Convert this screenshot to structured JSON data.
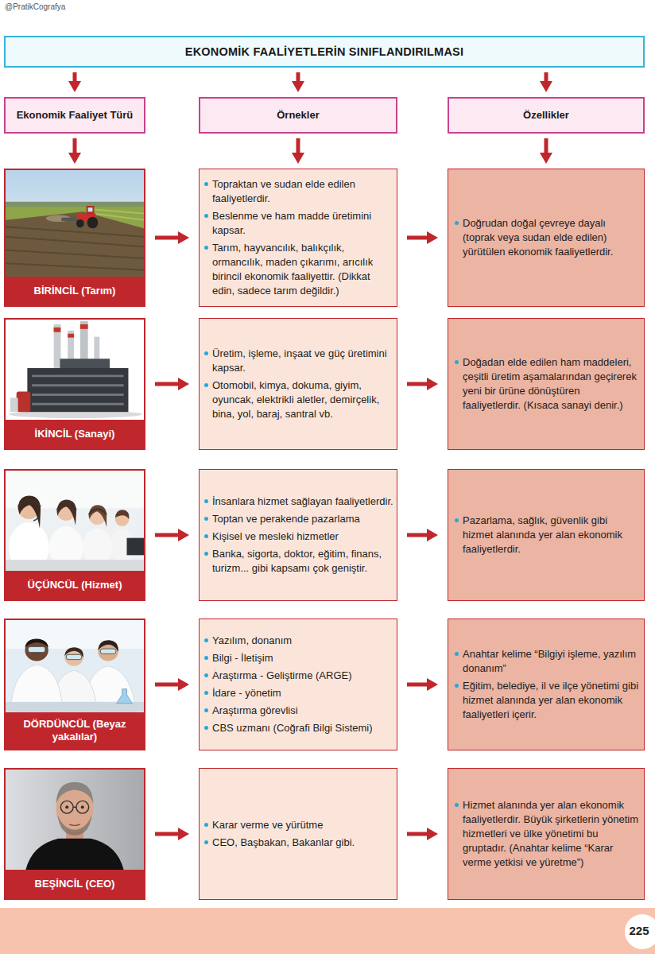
{
  "diagram": {
    "nodes": [
      {
        "text": [
          "EKONOMİK FAALİYETLERİN SINIFLANDIRILMASI"
        ]
      },
      {
        "text": [
          "Ekonomik Faaliyet Türü"
        ]
      },
      {
        "text": [
          "Örnekler"
        ]
      },
      {
        "text": [
          "Özellikler"
        ]
      },
      {
        "text": [
          "BİRİNCİL (Tarım)"
        ]
      },
      {
        "text": [
          "Topraktan ve sudan elde edilen faaliyetlerdir.",
          "Beslenme ve ham madde üretimini kapsar.",
          "Tarım, hayvancılık, balıkçılık, ormancılık, maden çıkarımı, arıcılık birincil ekonomik faaliyettir. (Dikkat edin, sadece tarım değildir.)"
        ]
      },
      {
        "text": [
          "Doğrudan doğal çevreye dayalı (toprak veya sudan elde edilen) yürütülen ekonomik faaliyetlerdir."
        ]
      },
      {
        "text": [
          "İKİNCİL (Sanayi)"
        ]
      },
      {
        "text": [
          "Üretim, işleme, inşaat ve güç üretimini kapsar.",
          "Otomobil, kimya, dokuma, giyim, oyuncak, elektrikli aletler, demirçelik, bina, yol, baraj, santral vb."
        ]
      },
      {
        "text": [
          "Doğadan elde edilen ham maddeleri, çeşitli üretim aşamalarından geçirerek yeni bir ürüne dönüştüren faaliyetlerdir. (Kısaca sanayi denir.)"
        ]
      },
      {
        "text": [
          "ÜÇÜNCÜL (Hizmet)"
        ]
      },
      {
        "text": [
          "İnsanlara hizmet sağlayan faaliyetlerdir.",
          "Toptan ve perakende pazarlama",
          "Kişisel ve mesleki hizmetler",
          "Banka, sigorta, doktor, eğitim, finans, turizm... gibi kapsamı çok geniştir."
        ]
      },
      {
        "text": [
          "Pazarlama, sağlık, güvenlik gibi hizmet alanında yer alan ekonomik faaliyetlerdir."
        ]
      },
      {
        "text": [
          "DÖRDÜNCÜL (Beyaz yakalılar)"
        ]
      },
      {
        "text": [
          "Yazılım, donanım",
          "Bilgi - İletişim",
          "Araştırma - Geliştirme (ARGE)",
          "İdare - yönetim",
          "Araştırma görevlisi",
          "CBS uzmanı (Coğrafi Bilgi Sistemi)"
        ]
      },
      {
        "text": [
          "Anahtar kelime “Bilgiyi işleme, yazılım donanım”",
          "Eğitim, belediye, il ve ilçe yönetimi gibi hizmet alanında yer alan ekonomik faaliyetleri içerir."
        ]
      },
      {
        "text": [
          "BEŞİNCİL (CEO)"
        ]
      },
      {
        "text": [
          "Karar verme ve yürütme",
          "CEO, Başbakan, Bakanlar gibi."
        ]
      },
      {
        "text": [
          "Hizmet alanında yer alan ekonomik faaliyetlerdir. Büyük şirketlerin yönetim hizmetleri ve ülke yönetimi bu gruptadır. (Anahtar kelime “Karar verme yetkisi ve yüretme”)"
        ]
      }
    ],
    "edges": [
      {
        "from": 0,
        "to": 1,
        "arrow": "to"
      },
      {
        "from": 0,
        "to": 2,
        "arrow": "to"
      },
      {
        "from": 0,
        "to": 3,
        "arrow": "to"
      },
      {
        "from": 1,
        "to": 4,
        "arrow": "to"
      },
      {
        "from": 2,
        "to": 5,
        "arrow": "to"
      },
      {
        "from": 3,
        "to": 6,
        "arrow": "to"
      },
      {
        "from": 4,
        "to": 5,
        "arrow": "to"
      },
      {
        "from": 5,
        "to": 6,
        "arrow": "to"
      },
      {
        "from": 7,
        "to": 8,
        "arrow": "to"
      },
      {
        "from": 8,
        "to": 9,
        "arrow": "to"
      },
      {
        "from": 10,
        "to": 11,
        "arrow": "to"
      },
      {
        "from": 11,
        "to": 12,
        "arrow": "to"
      },
      {
        "from": 13,
        "to": 14,
        "arrow": "to"
      },
      {
        "from": 14,
        "to": 15,
        "arrow": "to"
      },
      {
        "from": 16,
        "to": 17,
        "arrow": "to"
      },
      {
        "from": 17,
        "to": 18,
        "arrow": "to"
      }
    ],
    "labels": [
      "@PratikCografya",
      "225"
    ]
  }
}
